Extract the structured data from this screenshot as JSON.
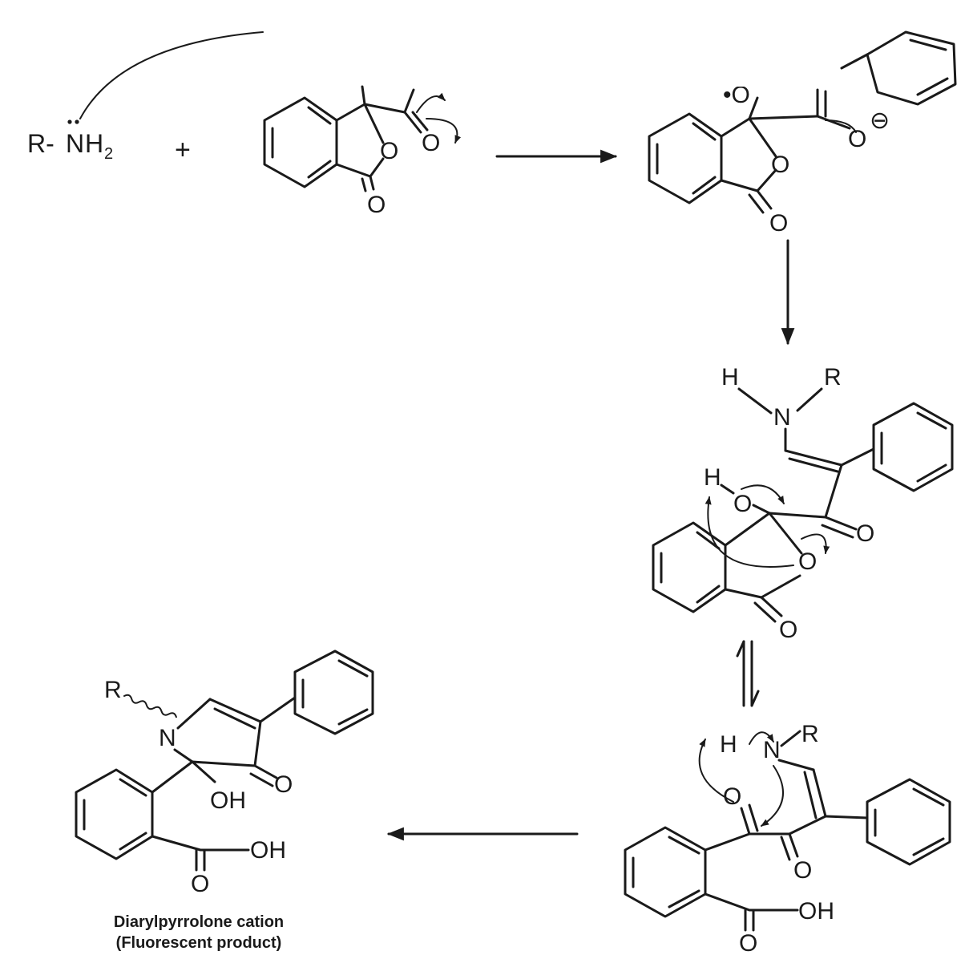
{
  "reactant": {
    "amine_prefix": "R-",
    "amine_atom": "N",
    "amine_h": "H",
    "amine_sub": "2",
    "plus": "+",
    "ring_o": "O",
    "carbonyl_o": "O",
    "side_o": "O"
  },
  "intermediate1": {
    "top_label": "•O",
    "ring_o": "O",
    "carbonyl_o": "O",
    "carboxylate_o": "O",
    "charge": "⊖"
  },
  "intermediate2": {
    "h_label": "H",
    "n_label": "N",
    "r_label": "R",
    "oh_h": "H",
    "oh_o": "O",
    "ring_o": "O",
    "ketone_o": "O",
    "carbonyl_o": "O"
  },
  "intermediate3": {
    "h_label": "H",
    "n_label": "N",
    "r_label": "R",
    "ketone1_o": "O",
    "ketone2_o": "O",
    "acid_o": "O",
    "acid_oh": "OH"
  },
  "product": {
    "r_label": "R",
    "n_label": "N",
    "ketone_o": "O",
    "oh_label": "OH",
    "acid_oh": "OH",
    "acid_o": "O",
    "caption_line1": "Diarylpyrrolone cation",
    "caption_line2": "(Fluorescent product)"
  }
}
